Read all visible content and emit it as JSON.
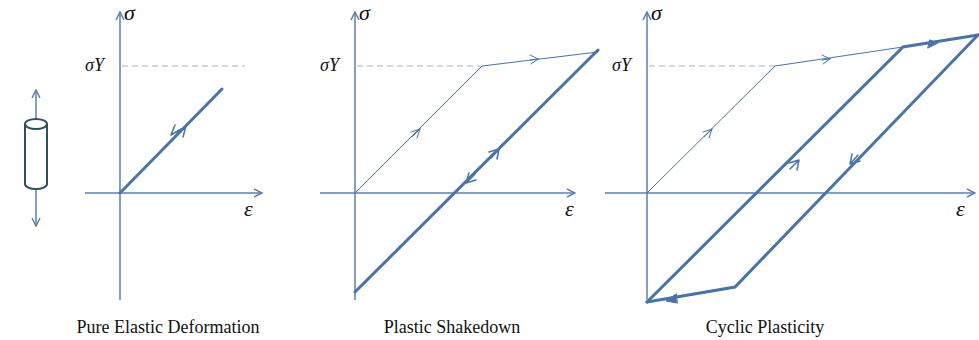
{
  "diagram": {
    "labels": [
      "σ",
      "σY",
      "ε",
      "σ",
      "σY",
      "ε",
      "σ",
      "σY",
      "ε",
      "Pure Elastic Deformation",
      "Plastic Shakedown",
      "Cyclic Plasticity"
    ]
  }
}
